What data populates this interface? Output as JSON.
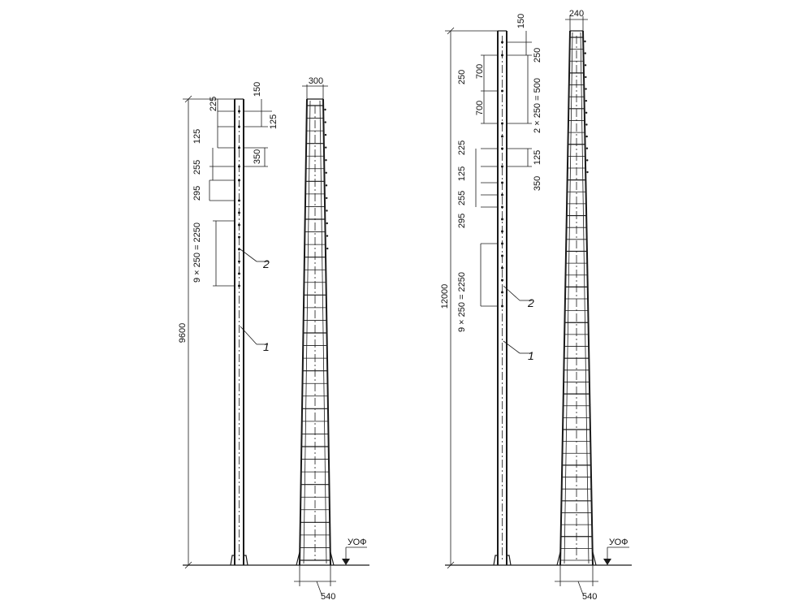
{
  "left_pole": {
    "height": "9600",
    "top_width": "300",
    "base_width": "540",
    "dims_right": [
      "150",
      "125",
      "350"
    ],
    "dims_left": [
      "225",
      "125",
      "255",
      "295",
      "9 × 250 = 2250"
    ],
    "callouts": [
      "2",
      "1"
    ],
    "ground_label": "УОФ"
  },
  "right_pole": {
    "height": "12000",
    "top_width": "240",
    "base_width": "540",
    "dims_right": [
      "150",
      "250",
      "2 × 250 = 500",
      "125",
      "350"
    ],
    "dims_left": [
      "700",
      "250",
      "700",
      "225",
      "125",
      "255",
      "295",
      "9 × 250 = 2250"
    ],
    "callouts": [
      "2",
      "1"
    ],
    "ground_label": "УОФ"
  }
}
